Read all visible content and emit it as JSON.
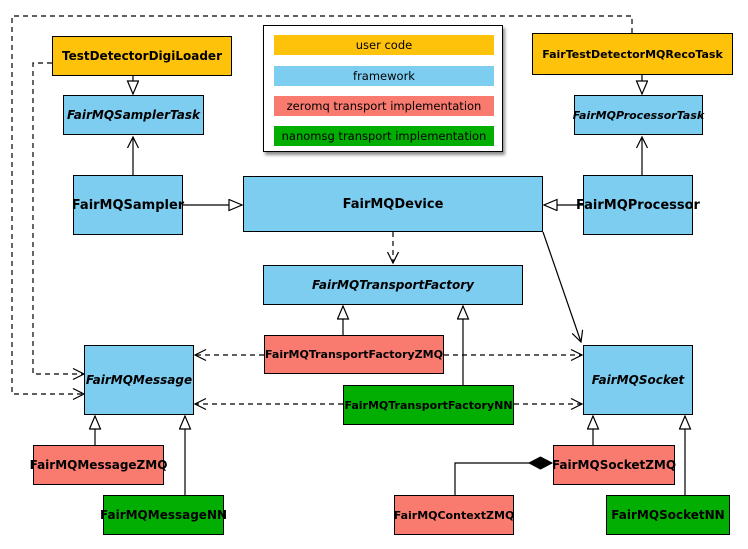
{
  "classes": {
    "digi_loader": "TestDetectorDigiLoader",
    "sampler_task": "FairMQSamplerTask",
    "sampler": "FairMQSampler",
    "device": "FairMQDevice",
    "reco_task": "FairTestDetectorMQRecoTask",
    "processor_task": "FairMQProcessorTask",
    "processor": "FairMQProcessor",
    "transport_factory": "FairMQTransportFactory",
    "transport_factory_zmq": "FairMQTransportFactoryZMQ",
    "transport_factory_nn": "FairMQTransportFactoryNN",
    "message": "FairMQMessage",
    "message_zmq": "FairMQMessageZMQ",
    "message_nn": "FairMQMessageNN",
    "socket": "FairMQSocket",
    "socket_zmq": "FairMQSocketZMQ",
    "socket_nn": "FairMQSocketNN",
    "context_zmq": "FairMQContextZMQ"
  },
  "legend": {
    "items": [
      {
        "label": "user code",
        "color": "#FFC20A"
      },
      {
        "label": "framework",
        "color": "#7DCDF1"
      },
      {
        "label": "zeromq transport implementation",
        "color": "#F97B70"
      },
      {
        "label": "nanomsg transport implementation",
        "color": "#01AE01"
      }
    ]
  },
  "colors": {
    "user_code": "#FFC20A",
    "framework": "#7DCDF1",
    "zeromq": "#F97B70",
    "nanomsg": "#01AE01",
    "line": "#000000",
    "background": "#FFFFFF"
  },
  "relations": [
    {
      "from": "TestDetectorDigiLoader",
      "to": "FairMQSamplerTask",
      "type": "inheritance-triangle"
    },
    {
      "from": "FairMQSampler",
      "to": "FairMQSamplerTask",
      "type": "open-arrow"
    },
    {
      "from": "FairMQSampler",
      "to": "FairMQDevice",
      "type": "inheritance-triangle"
    },
    {
      "from": "FairTestDetectorMQRecoTask",
      "to": "FairMQProcessorTask",
      "type": "inheritance-triangle"
    },
    {
      "from": "FairMQProcessor",
      "to": "FairMQProcessorTask",
      "type": "open-arrow"
    },
    {
      "from": "FairMQProcessor",
      "to": "FairMQDevice",
      "type": "inheritance-triangle"
    },
    {
      "from": "FairMQDevice",
      "to": "FairMQTransportFactory",
      "type": "dashed-open-arrow"
    },
    {
      "from": "FairMQDevice",
      "to": "FairMQSocket",
      "type": "open-arrow"
    },
    {
      "from": "FairMQTransportFactoryZMQ",
      "to": "FairMQTransportFactory",
      "type": "inheritance-triangle"
    },
    {
      "from": "FairMQTransportFactoryNN",
      "to": "FairMQTransportFactory",
      "type": "inheritance-triangle"
    },
    {
      "from": "FairMQTransportFactoryZMQ",
      "to": "FairMQMessage",
      "type": "dashed-open-arrow"
    },
    {
      "from": "FairMQTransportFactoryZMQ",
      "to": "FairMQSocket",
      "type": "dashed-open-arrow"
    },
    {
      "from": "FairMQTransportFactoryNN",
      "to": "FairMQMessage",
      "type": "dashed-open-arrow"
    },
    {
      "from": "FairMQTransportFactoryNN",
      "to": "FairMQSocket",
      "type": "dashed-open-arrow"
    },
    {
      "from": "TestDetectorDigiLoader",
      "to": "FairMQMessage",
      "type": "dashed-open-arrow"
    },
    {
      "from": "FairTestDetectorMQRecoTask",
      "to": "FairMQMessage",
      "type": "dashed-open-arrow"
    },
    {
      "from": "FairMQMessageZMQ",
      "to": "FairMQMessage",
      "type": "inheritance-triangle"
    },
    {
      "from": "FairMQMessageNN",
      "to": "FairMQMessage",
      "type": "inheritance-triangle"
    },
    {
      "from": "FairMQSocketZMQ",
      "to": "FairMQSocket",
      "type": "inheritance-triangle"
    },
    {
      "from": "FairMQSocketNN",
      "to": "FairMQSocket",
      "type": "inheritance-triangle"
    },
    {
      "from": "FairMQContextZMQ",
      "to": "FairMQSocketZMQ",
      "type": "composition-diamond"
    }
  ]
}
